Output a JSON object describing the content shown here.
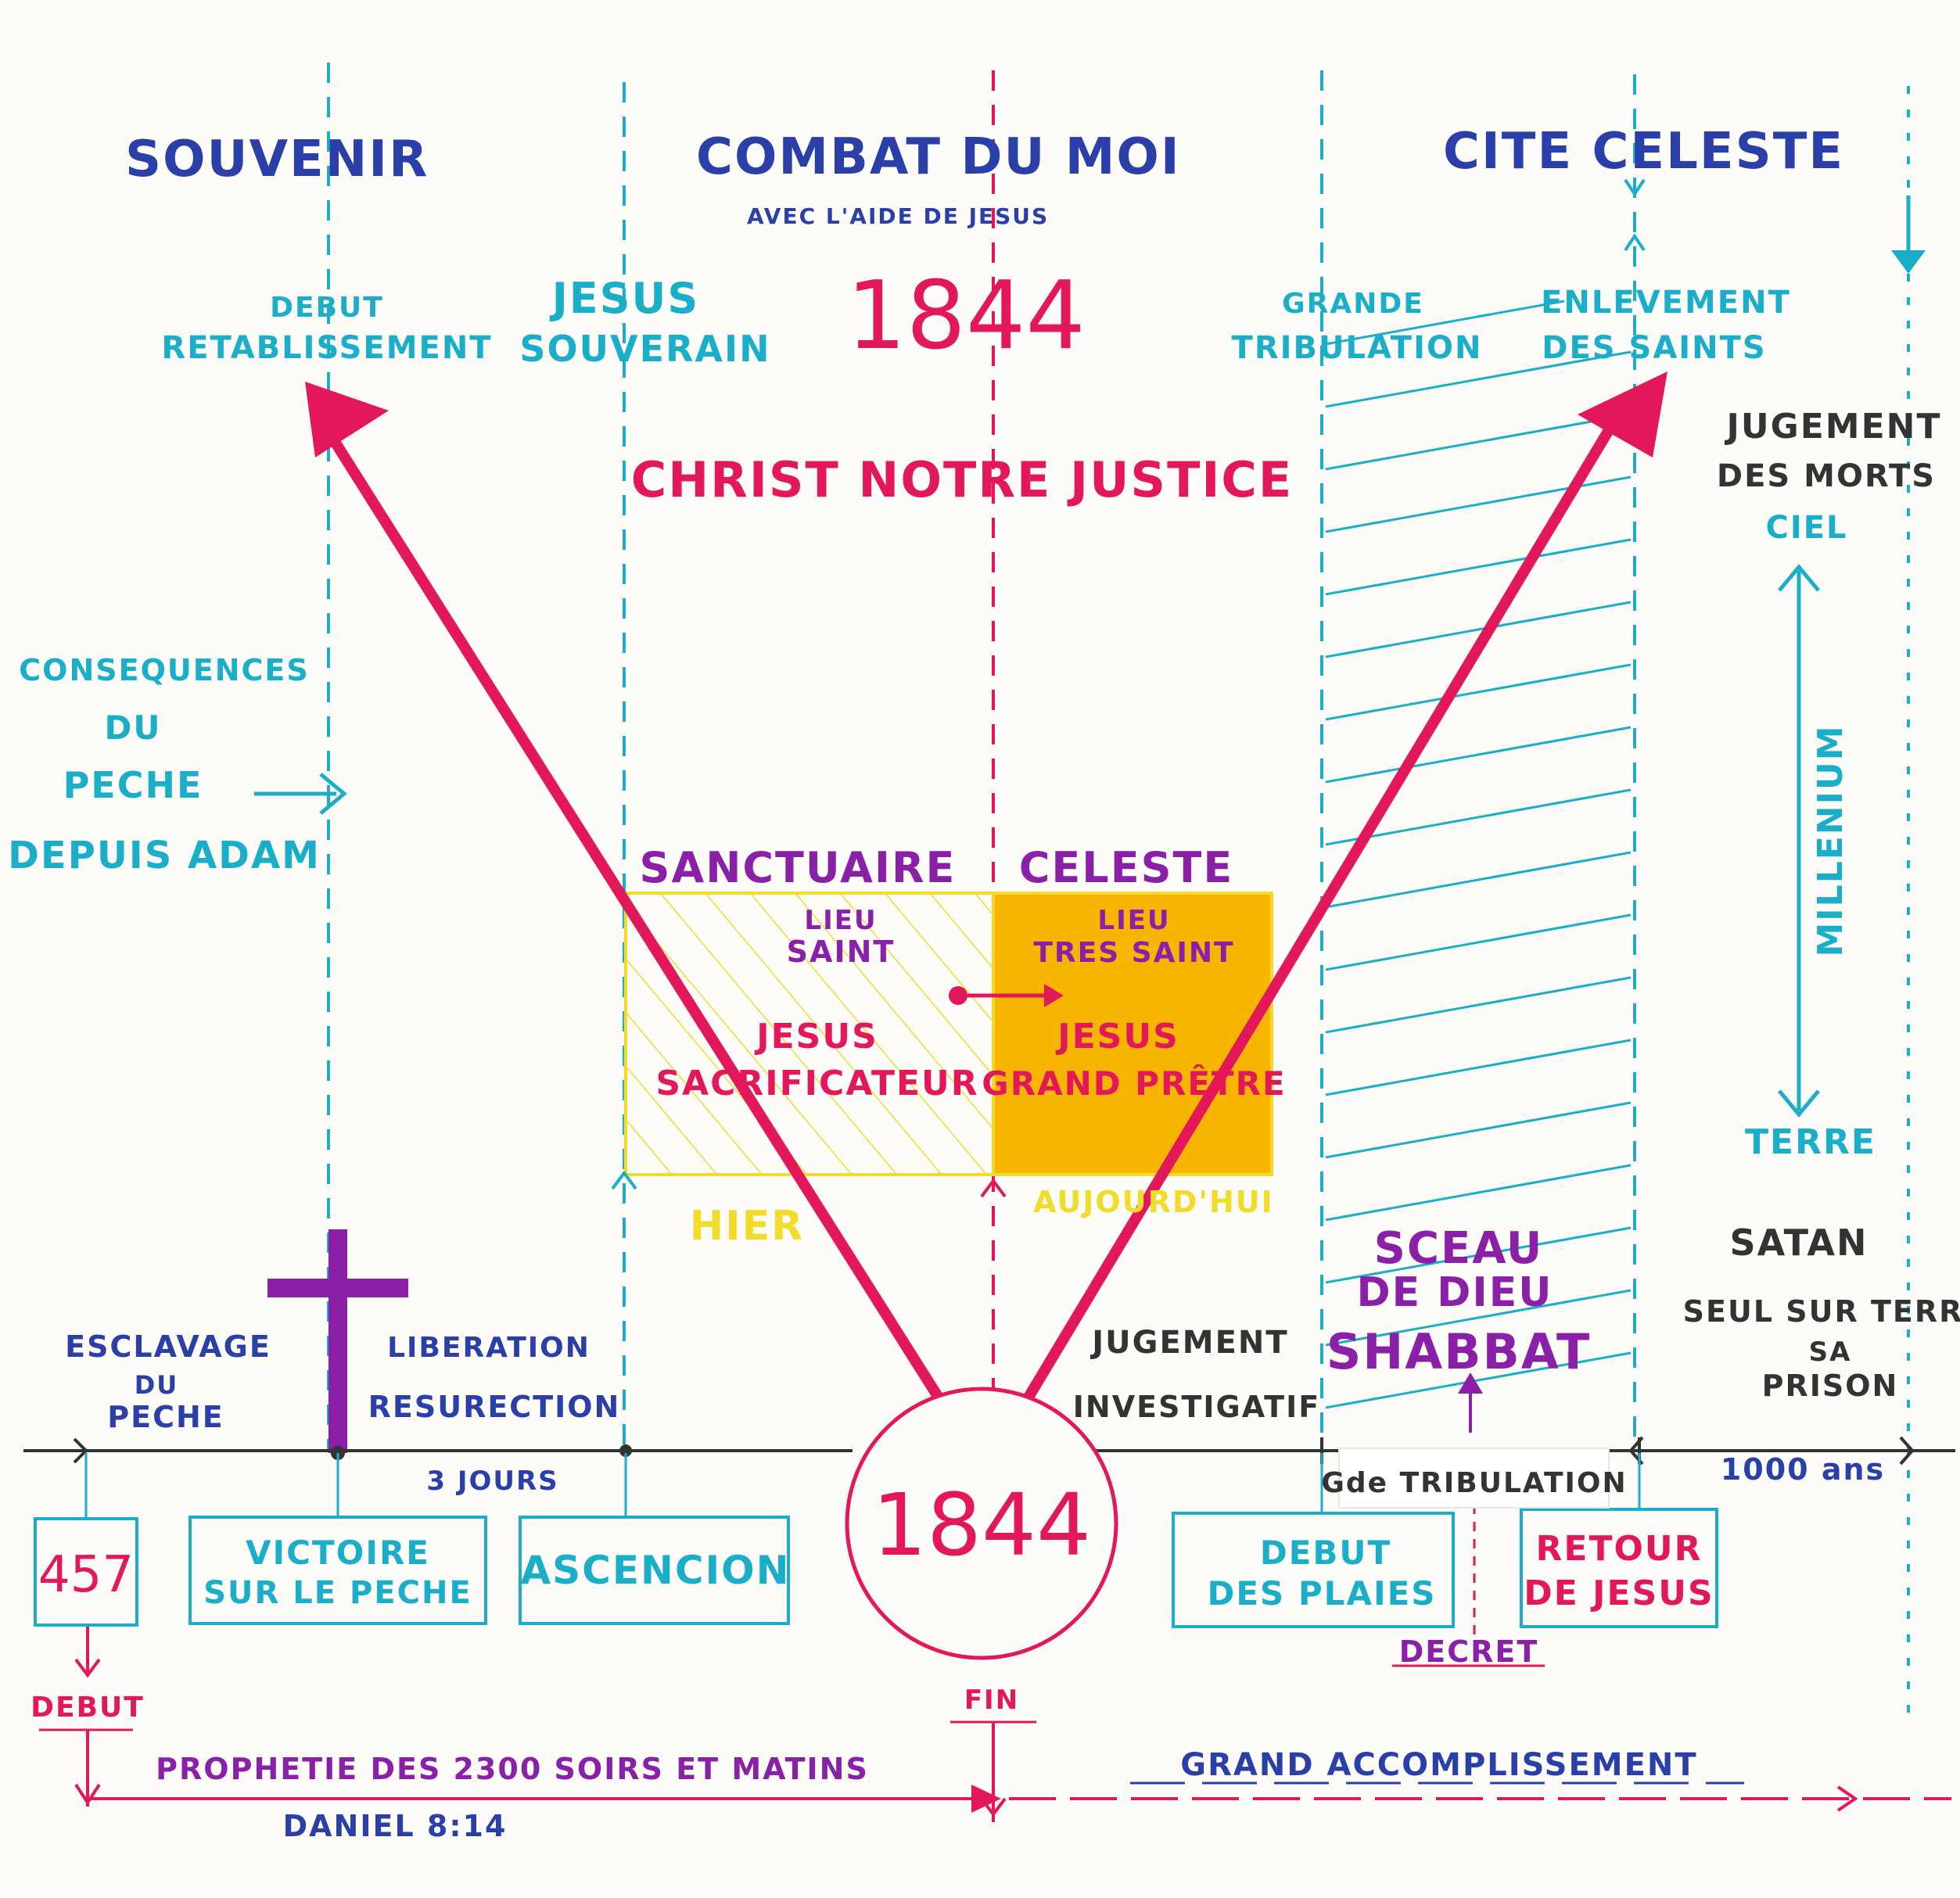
{
  "colors": {
    "cyan": "#1aaec9",
    "navy": "#2a3fa8",
    "magenta": "#e2185a",
    "purple": "#8a1fa8",
    "yellow": "#f2dc2a",
    "orange": "#f7b400",
    "dark": "#333333"
  },
  "top": {
    "souvenir": "SOUVENIR",
    "combat": "COMBAT DU MOI",
    "combat_sub": "AVEC L'AIDE DE JESUS",
    "cite": "CITE CELESTE"
  },
  "labels": {
    "debut": "DEBUT",
    "retablissement": "RETABLISSEMENT",
    "jesus": "JESUS",
    "souverain": "SOUVERAIN",
    "year_top": "1844",
    "grande": "GRANDE",
    "tribulation": "TRIBULATION",
    "enlevement": "ENLEVEMENT",
    "des_saints": "DES SAINTS",
    "christ": "CHRIST NOTRE JUSTICE",
    "jugement": "JUGEMENT",
    "des_morts": "DES MORTS",
    "ciel": "CIEL",
    "millenium": "MILLENIUM",
    "terre": "TERRE",
    "consequences": "CONSEQUENCES",
    "du": "DU",
    "peche": "PECHE",
    "depuis_adam": "DEPUIS ADAM",
    "sanctuaire": "SANCTUAIRE",
    "celeste": "CELESTE",
    "lieu1": "LIEU",
    "saint": "SAINT",
    "lieu2": "LIEU",
    "tres_saint": "TRES SAINT",
    "jesus_left": "JESUS",
    "sacrificateur": "SACRIFICATEUR",
    "jesus_right": "JESUS",
    "grand_pretre": "GRAND PRÊTRE",
    "hier": "HIER",
    "aujourdhui": "AUJOURD'HUI",
    "sceau": "SCEAU",
    "de_dieu": "DE DIEU",
    "shabbat": "SHABBAT",
    "satan": "SATAN",
    "seul_sur_terre": "SEUL SUR TERRE",
    "sa": "SA",
    "prison": "PRISON",
    "esclavage": "ESCLAVAGE",
    "du2": "DU",
    "peche2": "PECHE",
    "liberation": "LIBERATION",
    "resurrection": "RESURECTION",
    "jugement_inv": "JUGEMENT",
    "investigatif": "INVESTIGATIF",
    "trois_jours": "3 JOURS",
    "gde_tribulation": "Gde TRIBULATION",
    "mille_ans": "1000 ans",
    "year_circle": "1844"
  },
  "boxes": {
    "b457": "457",
    "victoire_1": "VICTOIRE",
    "victoire_2": "SUR LE PECHE",
    "ascencion": "ASCENCION",
    "debut_plaies_1": "DEBUT",
    "debut_plaies_2": "DES PLAIES",
    "retour_1": "RETOUR",
    "retour_2": "DE JESUS"
  },
  "bottom": {
    "debut": "DEBUT",
    "decret": "DECRET",
    "fin": "FIN",
    "prophetie": "PROPHETIE DES 2300 SOIRS ET MATINS",
    "daniel": "DANIEL 8:14",
    "grand_accomplissement": "GRAND ACCOMPLISSEMENT"
  }
}
